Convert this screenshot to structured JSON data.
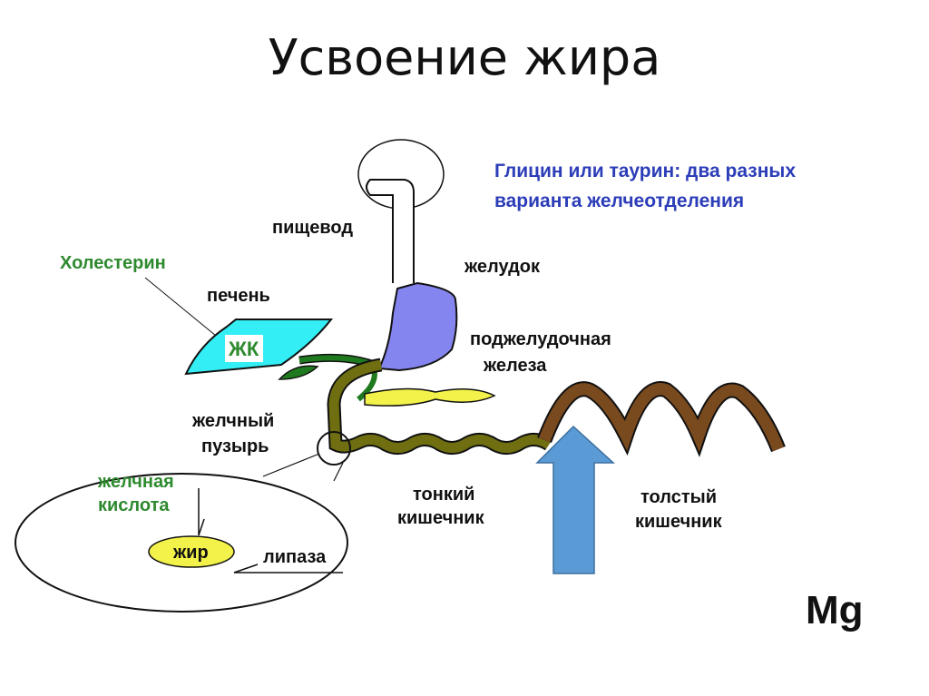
{
  "title": "Усвоение жира",
  "note": {
    "line1": "Глицин или таурин: два разных",
    "line2": "варианта желчеотделения"
  },
  "labels": {
    "esophagus": "пищевод",
    "stomach": "желудок",
    "cholesterol": "Холестерин",
    "liver": "печень",
    "bile_acids_abbr": "ЖК",
    "pancreas_1": "поджелудочная",
    "pancreas_2": "железа",
    "gallbladder_1": "желчный",
    "gallbladder_2": "пузырь",
    "small_intestine_1": "тонкий",
    "small_intestine_2": "кишечник",
    "large_intestine_1": "толстый",
    "large_intestine_2": "кишечник",
    "bile_acid_1": "желчная",
    "bile_acid_2": "кислота",
    "fat": "жир",
    "lipase": "липаза",
    "magnesium": "Mg"
  },
  "colors": {
    "note_blue": "#2c3db8",
    "green_text": "#2e8a2e",
    "liver": "#33eef5",
    "stomach": "#8585f0",
    "duodenum": "#6f6f12",
    "duct": "#1f7a1f",
    "pancreas": "#f2f24a",
    "large_intestine": "#7a4a1f",
    "arrow": "#5b9bd5"
  }
}
